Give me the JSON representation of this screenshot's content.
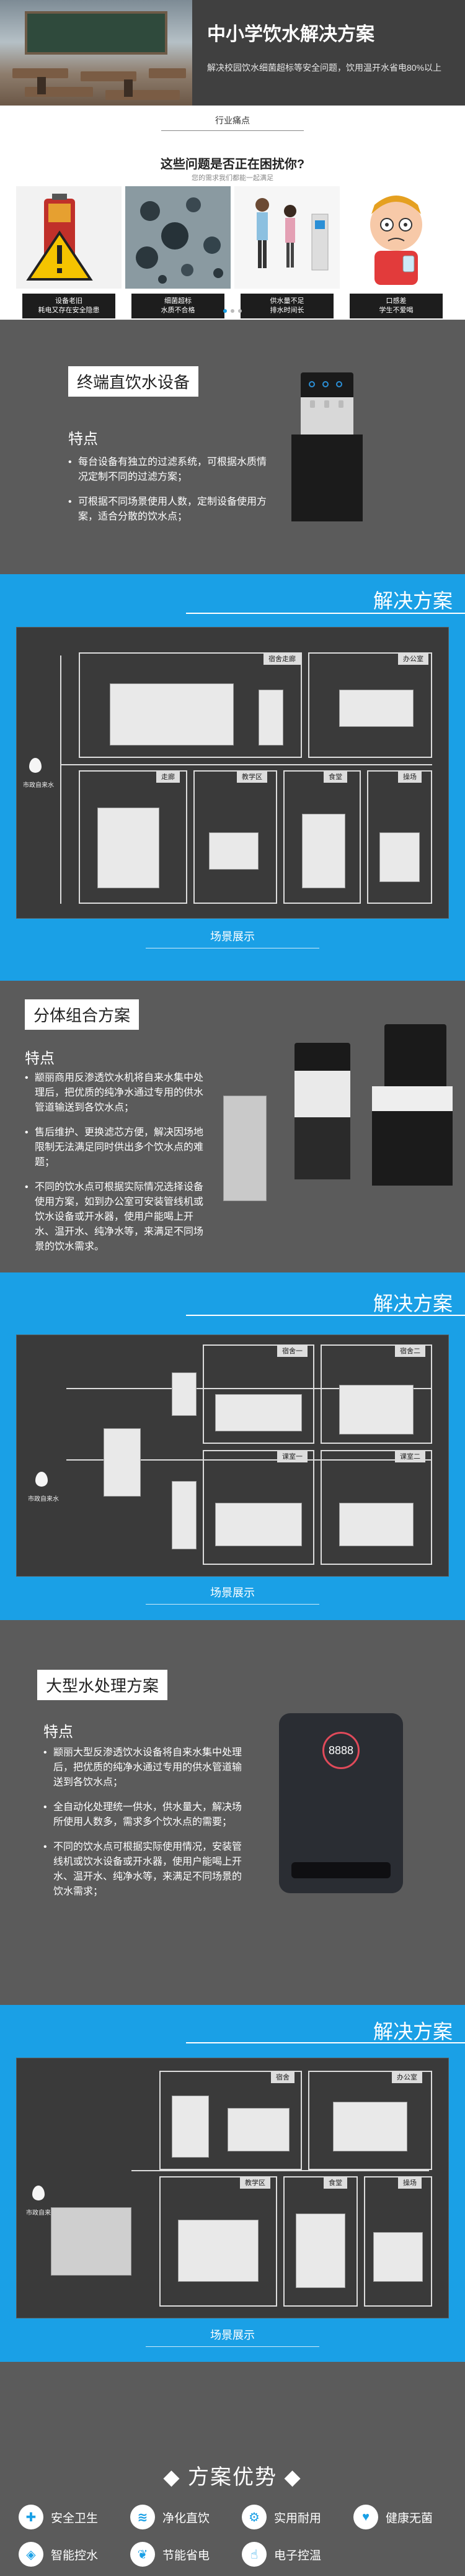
{
  "hero": {
    "title": "中小学饮水解决方案",
    "desc": "解决校园饮水细菌超标等安全问题，饮用温开水省电80%以上"
  },
  "pain": {
    "tag": "行业痛点",
    "question": "这些问题是否正在困扰你?",
    "sub": "您的需求我们都能一起满足",
    "cards": [
      {
        "caption": "设备老旧\n耗电又存在安全隐患"
      },
      {
        "caption": "细菌超标\n水质不合格"
      },
      {
        "caption": "供水量不足\n排水时间长"
      },
      {
        "caption": "口感差\n学生不爱喝"
      }
    ]
  },
  "sec1": {
    "title": "终端直饮水设备",
    "feat": "特点",
    "bullets": [
      "每台设备有独立的过滤系统，可根据水质情况定制不同的过滤方案；",
      "可根据不同场景使用人数，定制设备使用方案，适合分散的饮水点；"
    ],
    "solution": "解决方案",
    "scene_label": "场景展示",
    "rooms": [
      "宿舍走廊",
      "办公室",
      "走廊",
      "教学区",
      "食堂",
      "操场"
    ],
    "source": "市政自来水"
  },
  "sec2": {
    "title": "分体组合方案",
    "feat": "特点",
    "bullets": [
      "颛丽商用反渗透饮水机将自来水集中处理后，把优质的纯净水通过专用的供水管道输送到各饮水点；",
      "售后维护、更换滤芯方便，解决因场地限制无法满足同时供出多个饮水点的难题；",
      "不同的饮水点可根据实际情况选择设备使用方案，如到办公室可安装管线机或饮水设备或开水器，使用户能喝上开水、温开水、纯净水等，来满足不同场景的饮水需求。"
    ],
    "solution": "解决方案",
    "scene_label": "场景展示",
    "rooms": [
      "宿舍一",
      "宿舍二",
      "课室一",
      "课室二"
    ],
    "source": "市政自来水"
  },
  "sec3": {
    "title": "大型水处理方案",
    "feat": "特点",
    "bullets": [
      "颛丽大型反渗透饮水设备将自来水集中处理后，把优质的纯净水通过专用的供水管道输送到各饮水点；",
      "全自动化处理统一供水，供水量大，解决场所使用人数多，需求多个饮水点的需要；",
      "不同的饮水点可根据实际使用情况，安装管线机或饮水设备或开水器，使用户能喝上开水、温开水、纯净水等，来满足不同场景的饮水需求；"
    ],
    "display": "8888",
    "solution": "解决方案",
    "scene_label": "场景展示",
    "rooms": [
      "宿舍",
      "办公室",
      "教学区",
      "食堂",
      "操场"
    ],
    "source": "市政自来水"
  },
  "advantages": {
    "title": "◆ 方案优势 ◆",
    "items": [
      {
        "icon": "shield-icon",
        "label": "安全卫生"
      },
      {
        "icon": "filter-icon",
        "label": "净化直饮"
      },
      {
        "icon": "tool-icon",
        "label": "实用耐用"
      },
      {
        "icon": "heart-icon",
        "label": "健康无菌"
      },
      {
        "icon": "chip-icon",
        "label": "智能控水"
      },
      {
        "icon": "leaf-icon",
        "label": "节能省电"
      },
      {
        "icon": "hand-icon",
        "label": "电子控温"
      }
    ]
  },
  "colors": {
    "accent": "#1aa0e6",
    "dark": "#5b5b5b"
  }
}
